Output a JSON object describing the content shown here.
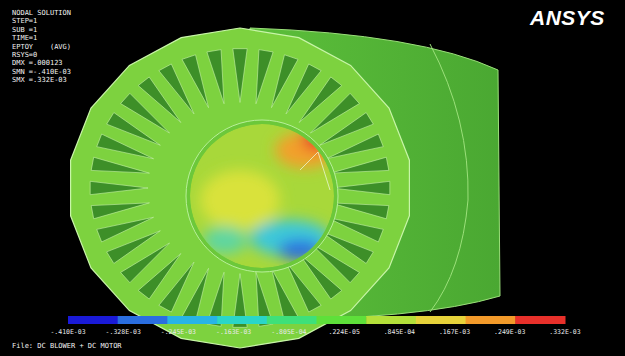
{
  "diagram": {
    "labels": [
      "NODAL SOLUTION",
      "STEP=1",
      "SUB =1",
      "TIME=1",
      "EPTOY    (AVG)",
      "RSYS=0",
      "DMX =.000123",
      "SMN =-.410E-03",
      "SMX =.332E-03",
      "ANSYS",
      "-.410E-03",
      "-.328E-03",
      "-.245E-03",
      "-.163E-03",
      "-.805E-04",
      ".224E-05",
      ".845E-04",
      ".167E-03",
      ".249E-03",
      ".332E-03",
      "File: DC BLOWER + DC MOTOR"
    ]
  }
}
